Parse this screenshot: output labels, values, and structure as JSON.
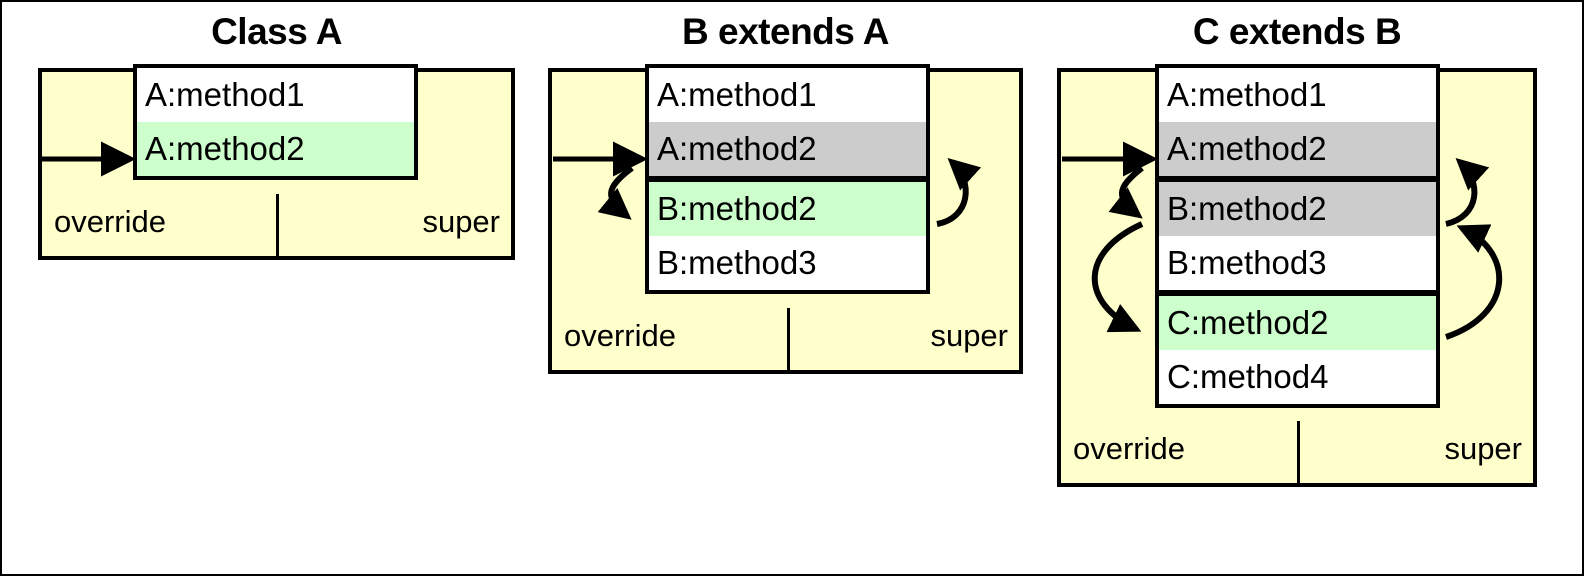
{
  "figure": {
    "background_color": "#ffffff",
    "border_color": "#000000",
    "colors": {
      "class_box_fill": "#ffffcc",
      "method_row_default": "#ffffff",
      "highlight_green": "#ccffcc",
      "highlight_gray": "#cccccc",
      "stroke": "#000000"
    }
  },
  "panels": [
    {
      "title": "Class A",
      "override_label": "override",
      "super_label": "super",
      "groups": [
        {
          "owner": "A",
          "rows": [
            {
              "text": "A:method1",
              "highlight": "none"
            },
            {
              "text": "A:method2",
              "highlight": "green"
            }
          ]
        }
      ],
      "override_arrows": [
        {
          "from": "entry",
          "to": "A:method2",
          "kind": "straight"
        }
      ],
      "super_arrows": []
    },
    {
      "title": "B extends A",
      "override_label": "override",
      "super_label": "super",
      "groups": [
        {
          "owner": "A",
          "rows": [
            {
              "text": "A:method1",
              "highlight": "none"
            },
            {
              "text": "A:method2",
              "highlight": "gray"
            }
          ]
        },
        {
          "owner": "B",
          "rows": [
            {
              "text": "B:method2",
              "highlight": "green"
            },
            {
              "text": "B:method3",
              "highlight": "none"
            }
          ]
        }
      ],
      "override_arrows": [
        {
          "from": "entry",
          "to": "A:method2",
          "kind": "straight"
        },
        {
          "from": "A:method2",
          "to": "B:method2",
          "kind": "curve"
        }
      ],
      "super_arrows": [
        {
          "from": "B:method2",
          "to": "A:method2",
          "kind": "curve"
        }
      ]
    },
    {
      "title": "C extends B",
      "override_label": "override",
      "super_label": "super",
      "groups": [
        {
          "owner": "A",
          "rows": [
            {
              "text": "A:method1",
              "highlight": "none"
            },
            {
              "text": "A:method2",
              "highlight": "gray"
            }
          ]
        },
        {
          "owner": "B",
          "rows": [
            {
              "text": "B:method2",
              "highlight": "gray"
            },
            {
              "text": "B:method3",
              "highlight": "none"
            }
          ]
        },
        {
          "owner": "C",
          "rows": [
            {
              "text": "C:method2",
              "highlight": "green"
            },
            {
              "text": "C:method4",
              "highlight": "none"
            }
          ]
        }
      ],
      "override_arrows": [
        {
          "from": "entry",
          "to": "A:method2",
          "kind": "straight"
        },
        {
          "from": "A:method2",
          "to": "B:method2",
          "kind": "curve"
        },
        {
          "from": "B:method2",
          "to": "C:method2",
          "kind": "curve"
        }
      ],
      "super_arrows": [
        {
          "from": "B:method2",
          "to": "A:method2",
          "kind": "curve"
        },
        {
          "from": "C:method2",
          "to": "B:method2",
          "kind": "curve"
        }
      ]
    }
  ]
}
